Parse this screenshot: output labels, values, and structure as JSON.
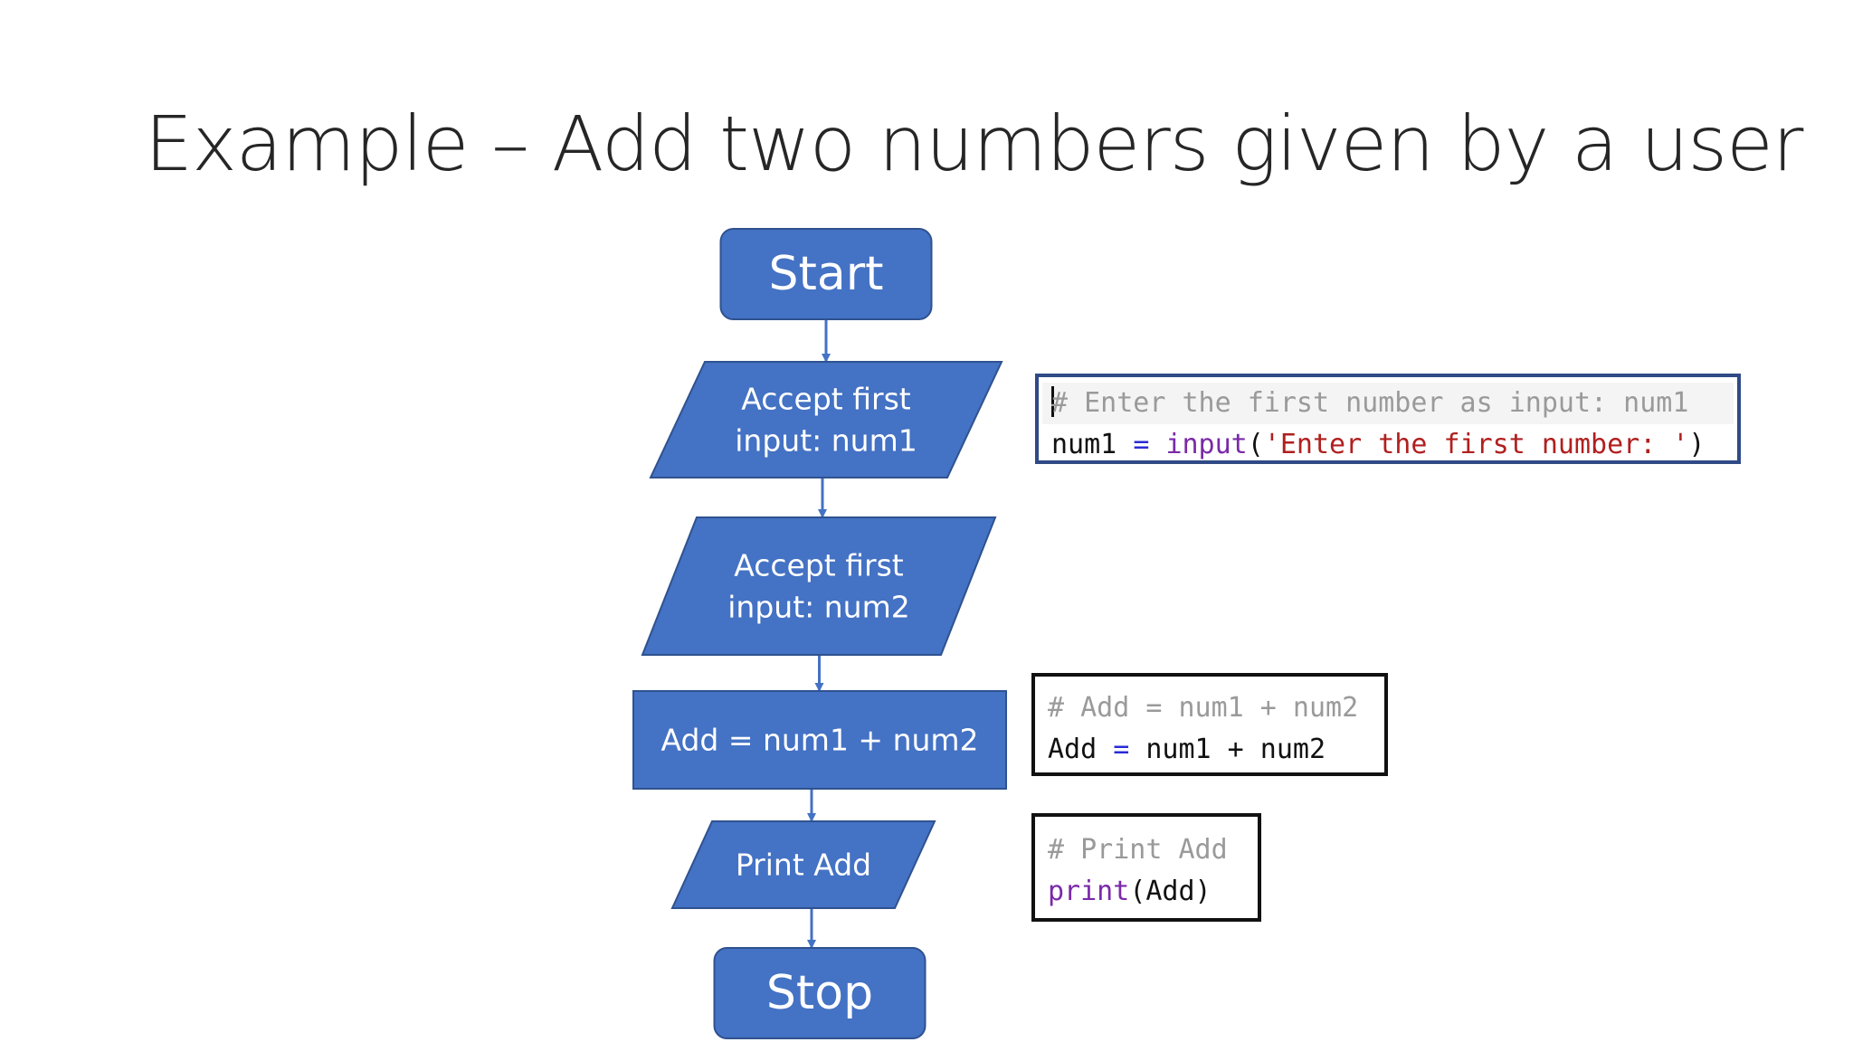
{
  "title": "Example – Add two numbers given by a user",
  "colors": {
    "shape_fill": "#4472c4",
    "shape_stroke": "#2f528f",
    "arrow": "#4472c4",
    "comment": "#9a9a9a",
    "keyword_fn": "#7a2aa8",
    "operator": "#2b2bd6",
    "string": "#b11f1f"
  },
  "flowchart": {
    "nodes": [
      {
        "id": "start",
        "shape": "terminator",
        "lines": [
          "Start"
        ]
      },
      {
        "id": "input1",
        "shape": "parallelogram",
        "lines": [
          "Accept first",
          "input: num1"
        ]
      },
      {
        "id": "input2",
        "shape": "parallelogram",
        "lines": [
          "Accept first",
          "input: num2"
        ]
      },
      {
        "id": "add",
        "shape": "process",
        "lines": [
          "Add = num1 + num2"
        ]
      },
      {
        "id": "print",
        "shape": "parallelogram",
        "lines": [
          "Print Add"
        ]
      },
      {
        "id": "stop",
        "shape": "terminator",
        "lines": [
          "Stop"
        ]
      }
    ],
    "edges": [
      [
        "start",
        "input1"
      ],
      [
        "input1",
        "input2"
      ],
      [
        "input2",
        "add"
      ],
      [
        "add",
        "print"
      ],
      [
        "print",
        "stop"
      ]
    ]
  },
  "code_blocks": {
    "block1": {
      "comment": "# Enter the first number as input: num1",
      "var": "num1",
      "op": "=",
      "fn": "input",
      "paren_open": "(",
      "str": "'Enter the first number: '",
      "paren_close": ")"
    },
    "block2": {
      "comment": "# Add = num1 + num2",
      "var": "Add",
      "op": "=",
      "expr": "num1 + num2"
    },
    "block3": {
      "comment": "# Print Add",
      "fn": "print",
      "args": "(Add)"
    }
  }
}
